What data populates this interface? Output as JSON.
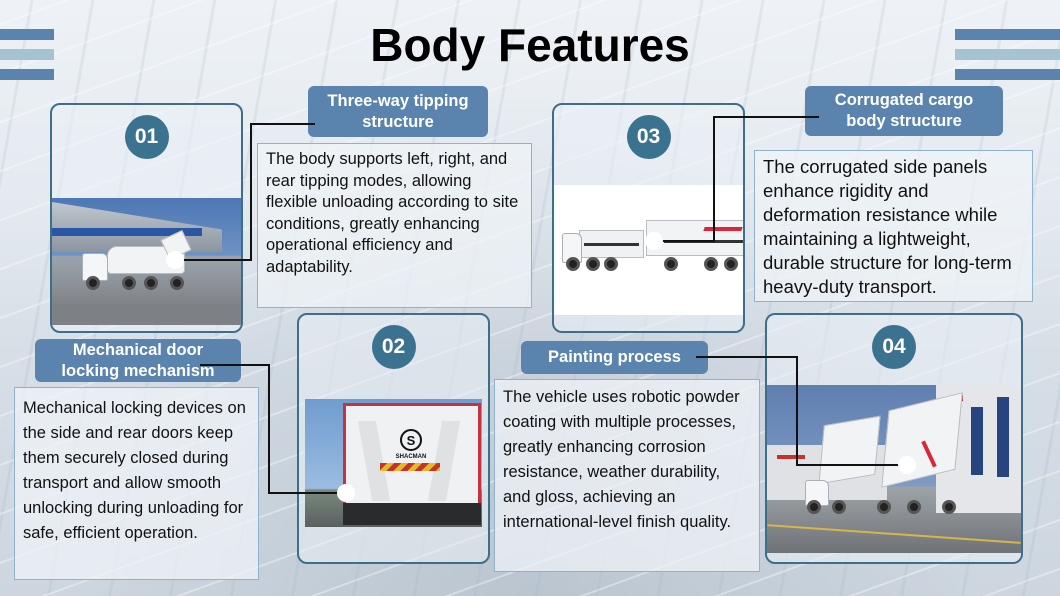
{
  "title": "Body Features",
  "colors": {
    "accent": "#5a83ad",
    "accent_light": "#a4c4d4",
    "badge": "#3a7290",
    "card_border": "#3d6f8a",
    "desc_border": "#8fb2d3"
  },
  "features": [
    {
      "number": "01",
      "label": "Three-way tipping structure",
      "label_lines": [
        "Three-way tipping",
        "structure"
      ],
      "description": "The body supports left, right, and rear tipping modes, allowing flexible unloading according to site conditions, greatly enhancing operational efficiency and adaptability.",
      "image": "truck-with-rear-tipping-body-in-front-of-factory"
    },
    {
      "number": "02",
      "label": "Mechanical door locking mechanism",
      "label_lines": [
        "Mechanical door",
        "locking mechanism"
      ],
      "description": "Mechanical locking devices on the side and rear doors keep them securely closed during transport and allow smooth unlocking during unloading for safe, efficient operation.",
      "image": "rear-door-of-tipper-body-with-shacman-logo",
      "logo_text": "SHACMAN"
    },
    {
      "number": "03",
      "label": "Corrugated cargo body structure",
      "label_lines": [
        "Corrugated cargo",
        "body structure"
      ],
      "description": "The corrugated side panels enhance rigidity and deformation resistance while maintaining a lightweight, durable structure for long-term heavy-duty transport.",
      "image": "truck-and-trailer-with-corrugated-cargo-bodies"
    },
    {
      "number": "04",
      "label": "Painting process",
      "label_lines": [
        "Painting process"
      ],
      "description": "The vehicle uses robotic powder coating with multiple processes, greatly enhancing corrosion resistance, weather durability, and gloss, achieving an international-level finish quality.",
      "image": "truck-and-trailer-both-tipping-in-front-of-factory"
    }
  ]
}
